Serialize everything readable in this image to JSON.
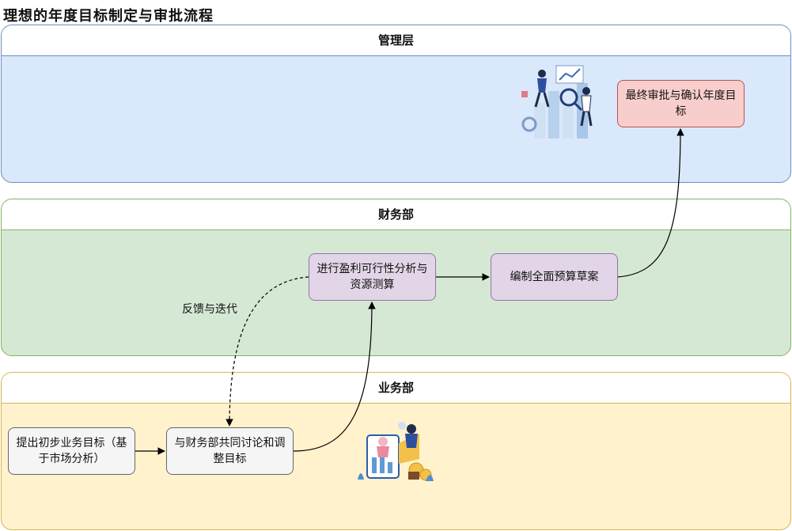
{
  "diagram": {
    "title": "理想的年度目标制定与审批流程",
    "lanes": {
      "management": "管理层",
      "finance": "财务部",
      "business": "业务部"
    },
    "nodes": {
      "final_approval": "最终审批与确认年度目标",
      "profit_analysis": "进行盈利可行性分析与资源测算",
      "budget_draft": "编制全面预算草案",
      "propose_targets": "提出初步业务目标（基于市场分析）",
      "joint_discussion": "与财务部共同讨论和调整目标"
    },
    "edge_labels": {
      "feedback": "反馈与迭代"
    },
    "colors": {
      "management_fill": "#dae8fc",
      "finance_fill": "#d5e8d4",
      "business_fill": "#fff2cc",
      "final_fill": "#f8cecc",
      "process_fill": "#e1d5e7",
      "start_fill": "#f5f5f5"
    },
    "illustrations": [
      "team-analytics-illustration",
      "financial-planning-illustration"
    ]
  }
}
